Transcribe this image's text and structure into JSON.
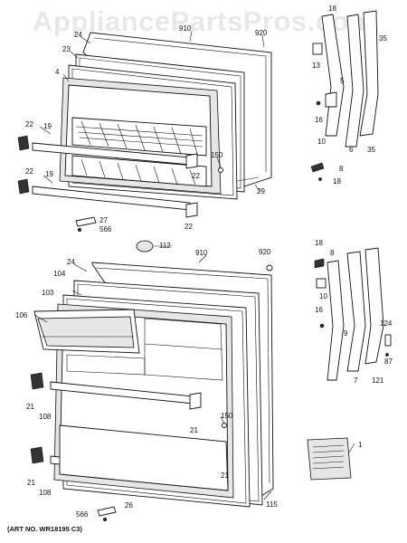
{
  "watermark": "AppliancePartsPros.com",
  "art_number": "(ART NO. WR18195 C3)",
  "callouts": [
    {
      "label": "18"
    },
    {
      "label": "24"
    },
    {
      "label": "910"
    },
    {
      "label": "920"
    },
    {
      "label": "35"
    },
    {
      "label": "23"
    },
    {
      "label": "13"
    },
    {
      "label": "4"
    },
    {
      "label": "5"
    },
    {
      "label": "16"
    },
    {
      "label": "22"
    },
    {
      "label": "19"
    },
    {
      "label": "10"
    },
    {
      "label": "6"
    },
    {
      "label": "35"
    },
    {
      "label": "150"
    },
    {
      "label": "8"
    },
    {
      "label": "22"
    },
    {
      "label": "18"
    },
    {
      "label": "22"
    },
    {
      "label": "19"
    },
    {
      "label": "29"
    },
    {
      "label": "22"
    },
    {
      "label": "27"
    },
    {
      "label": "566"
    },
    {
      "label": "112"
    },
    {
      "label": "910"
    },
    {
      "label": "920"
    },
    {
      "label": "18"
    },
    {
      "label": "24"
    },
    {
      "label": "8"
    },
    {
      "label": "104"
    },
    {
      "label": "103"
    },
    {
      "label": "10"
    },
    {
      "label": "106"
    },
    {
      "label": "16"
    },
    {
      "label": "124"
    },
    {
      "label": "9"
    },
    {
      "label": "87"
    },
    {
      "label": "7"
    },
    {
      "label": "121"
    },
    {
      "label": "21"
    },
    {
      "label": "108"
    },
    {
      "label": "21"
    },
    {
      "label": "150"
    },
    {
      "label": "1"
    },
    {
      "label": "21"
    },
    {
      "label": "21"
    },
    {
      "label": "108"
    },
    {
      "label": "115"
    },
    {
      "label": "566"
    },
    {
      "label": "26"
    }
  ]
}
